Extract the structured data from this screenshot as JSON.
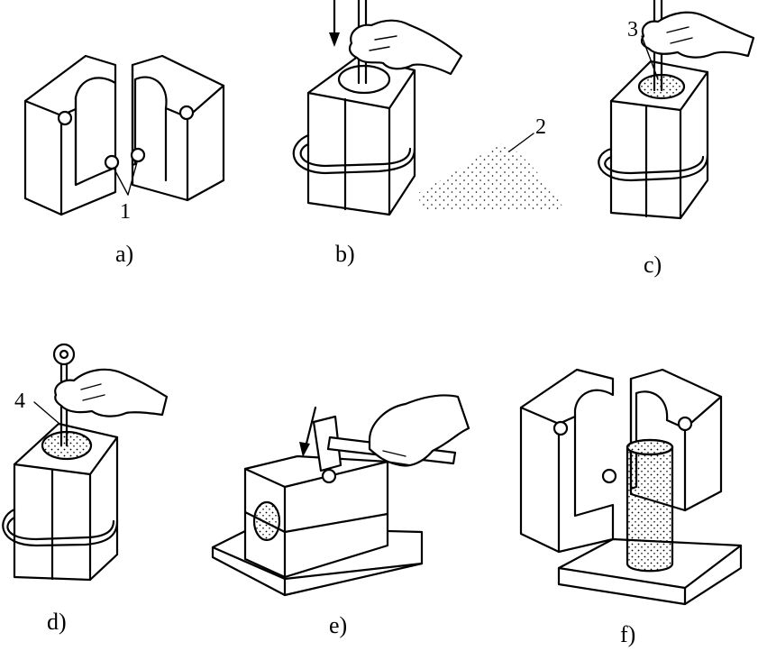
{
  "panels": {
    "a": {
      "label": "a)",
      "callout": "1"
    },
    "b": {
      "label": "b)",
      "callout": "2"
    },
    "c": {
      "label": "c)",
      "callout": "3"
    },
    "d": {
      "label": "d)",
      "callout": "4"
    },
    "e": {
      "label": "e)"
    },
    "f": {
      "label": "f)"
    }
  },
  "colors": {
    "ink": "#000000",
    "paper": "#ffffff"
  }
}
